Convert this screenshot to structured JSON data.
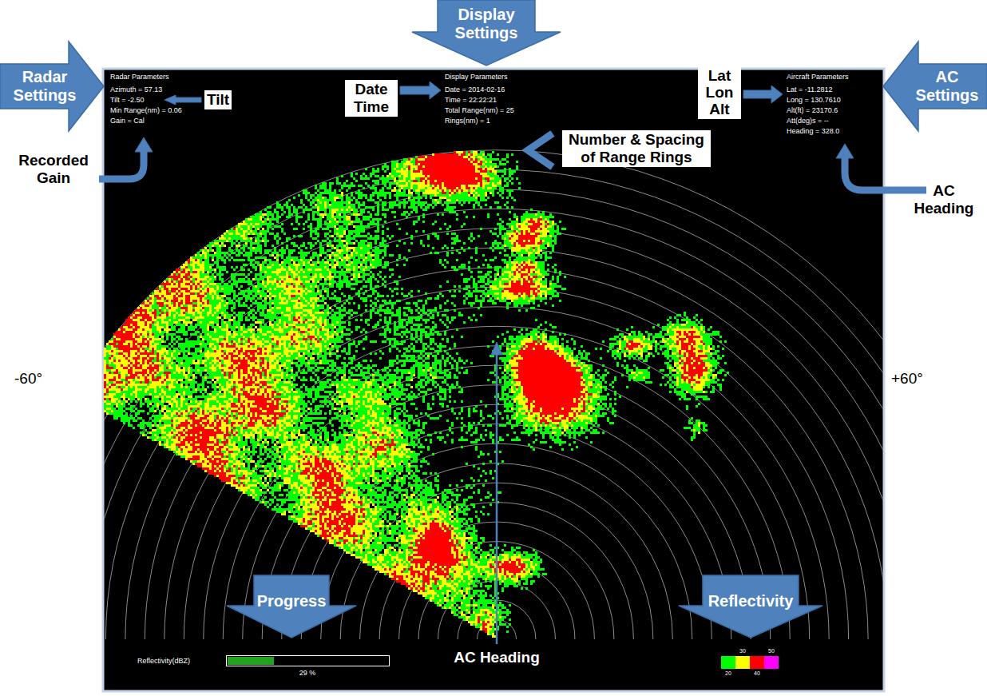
{
  "diagram": {
    "nodes": [
      {
        "text": [
          "Radar Settings"
        ]
      },
      {
        "text": [
          "Display Settings"
        ]
      },
      {
        "text": [
          "AC Settings"
        ]
      },
      {
        "text": [
          "Progress"
        ]
      },
      {
        "text": [
          "Reflectivity"
        ]
      }
    ],
    "labels": [
      "Radar Parameters",
      "Azimuth = 57.13",
      "Tilt = -2.50",
      "Min Range(nm) = 0.06",
      "Gain = Cal",
      "Tilt",
      "Recorded Gain",
      "Date Time",
      "Display Parameters",
      "Date = 2014-02-16",
      "Time = 22:22:21",
      "Total Range(nm) = 25",
      "Rings(nm) = 1",
      "Number & Spacing of Range Rings",
      "Lat Lon Alt",
      "Aircraft Parameters",
      "Lat = -11.2812",
      "Long = 130.7610",
      "Alt(ft) = 23170.6",
      "Att(deg)s = --",
      "Heading = 328.0",
      "AC Heading",
      "-60°",
      "+60°",
      "Reflectivity(dBZ)",
      "29 %",
      "AC Heading"
    ],
    "legend": [
      {
        "text": "20",
        "color": "#00ff00"
      },
      {
        "text": "30",
        "color": "#ffff00"
      },
      {
        "text": "40",
        "color": "#ff0000"
      },
      {
        "text": "50",
        "color": "#ff00ff"
      }
    ]
  }
}
